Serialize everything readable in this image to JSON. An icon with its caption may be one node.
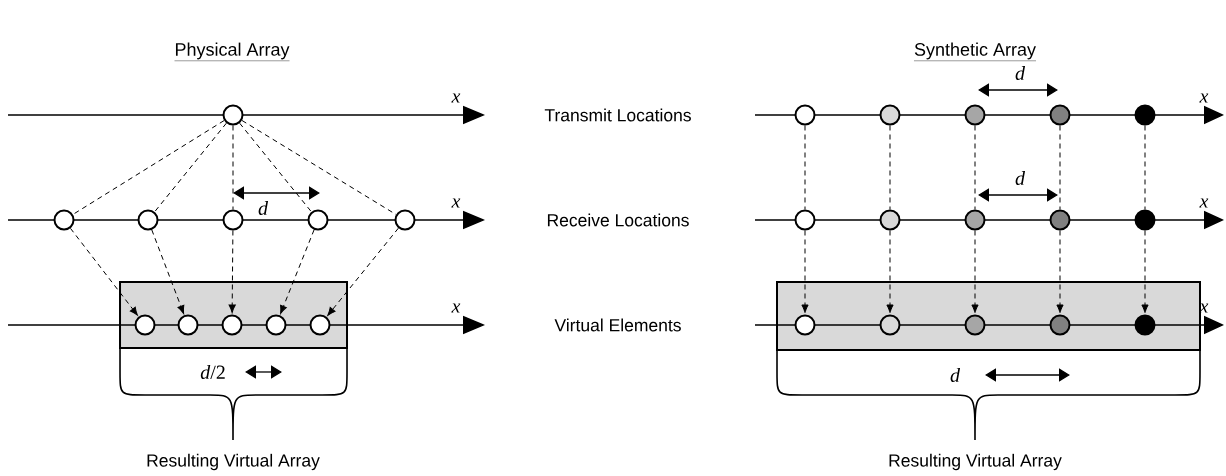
{
  "diagram": {
    "nodes": [
      {
        "text": [],
        "shape": "circle"
      },
      {
        "text": [],
        "shape": "circle"
      },
      {
        "text": [],
        "shape": "circle"
      },
      {
        "text": [],
        "shape": "circle"
      },
      {
        "text": [],
        "shape": "circle"
      },
      {
        "text": [],
        "shape": "circle"
      },
      {
        "text": [],
        "shape": "circle"
      },
      {
        "text": [],
        "shape": "circle"
      },
      {
        "text": [],
        "shape": "circle"
      },
      {
        "text": [],
        "shape": "circle"
      },
      {
        "text": [],
        "shape": "circle"
      },
      {
        "text": [],
        "shape": "circle"
      },
      {
        "text": [],
        "shape": "circle"
      },
      {
        "text": [],
        "shape": "circle"
      },
      {
        "text": [],
        "shape": "circle"
      },
      {
        "text": [],
        "shape": "circle"
      },
      {
        "text": [],
        "shape": "box"
      },
      {
        "text": [],
        "shape": "circle",
        "in": 16
      },
      {
        "text": [],
        "shape": "circle",
        "in": 16
      },
      {
        "text": [],
        "shape": "circle",
        "in": 16
      },
      {
        "text": [],
        "shape": "circle",
        "in": 16
      },
      {
        "text": [],
        "shape": "circle",
        "in": 16
      },
      {
        "text": [],
        "shape": "box"
      },
      {
        "text": [],
        "shape": "circle",
        "in": 22
      },
      {
        "text": [],
        "shape": "circle",
        "in": 22
      },
      {
        "text": [],
        "shape": "circle",
        "in": 22
      },
      {
        "text": [],
        "shape": "circle",
        "in": 22
      },
      {
        "text": [],
        "shape": "circle",
        "in": 22
      }
    ],
    "edges": [
      {
        "from": 0,
        "to": 6,
        "arrow": "none",
        "style": "dashed"
      },
      {
        "from": 0,
        "to": 7,
        "arrow": "none",
        "style": "dashed"
      },
      {
        "from": 0,
        "to": 8,
        "arrow": "none",
        "style": "dashed"
      },
      {
        "from": 0,
        "to": 9,
        "arrow": "none",
        "style": "dashed"
      },
      {
        "from": 0,
        "to": 10,
        "arrow": "none",
        "style": "dashed"
      },
      {
        "from": 1,
        "to": 11,
        "arrow": "none",
        "style": "dashed"
      },
      {
        "from": 2,
        "to": 12,
        "arrow": "none",
        "style": "dashed"
      },
      {
        "from": 3,
        "to": 13,
        "arrow": "none",
        "style": "dashed"
      },
      {
        "from": 4,
        "to": 14,
        "arrow": "none",
        "style": "dashed"
      },
      {
        "from": 5,
        "to": 15,
        "arrow": "none",
        "style": "dashed"
      },
      {
        "from": 6,
        "to": 17,
        "arrow": "to",
        "style": "dashed"
      },
      {
        "from": 7,
        "to": 18,
        "arrow": "to",
        "style": "dashed"
      },
      {
        "from": 8,
        "to": 19,
        "arrow": "to",
        "style": "dashed"
      },
      {
        "from": 9,
        "to": 20,
        "arrow": "to",
        "style": "dashed"
      },
      {
        "from": 10,
        "to": 21,
        "arrow": "to",
        "style": "dashed"
      },
      {
        "from": 11,
        "to": 23,
        "arrow": "to",
        "style": "dashed"
      },
      {
        "from": 12,
        "to": 24,
        "arrow": "to",
        "style": "dashed"
      },
      {
        "from": 13,
        "to": 25,
        "arrow": "to",
        "style": "dashed"
      },
      {
        "from": 14,
        "to": 26,
        "arrow": "to",
        "style": "dashed"
      },
      {
        "from": 15,
        "to": 27,
        "arrow": "to",
        "style": "dashed"
      }
    ],
    "labels": [
      "Physical Array",
      "Synthetic Array",
      "d",
      "x",
      "Transmit Locations",
      "x",
      "d",
      "d",
      "x",
      "Receive Locations",
      "x",
      "x",
      "Virtual Elements",
      "x",
      "*d*/2",
      "d",
      "Resulting Virtual Array",
      "Resulting Virtual Array"
    ]
  }
}
